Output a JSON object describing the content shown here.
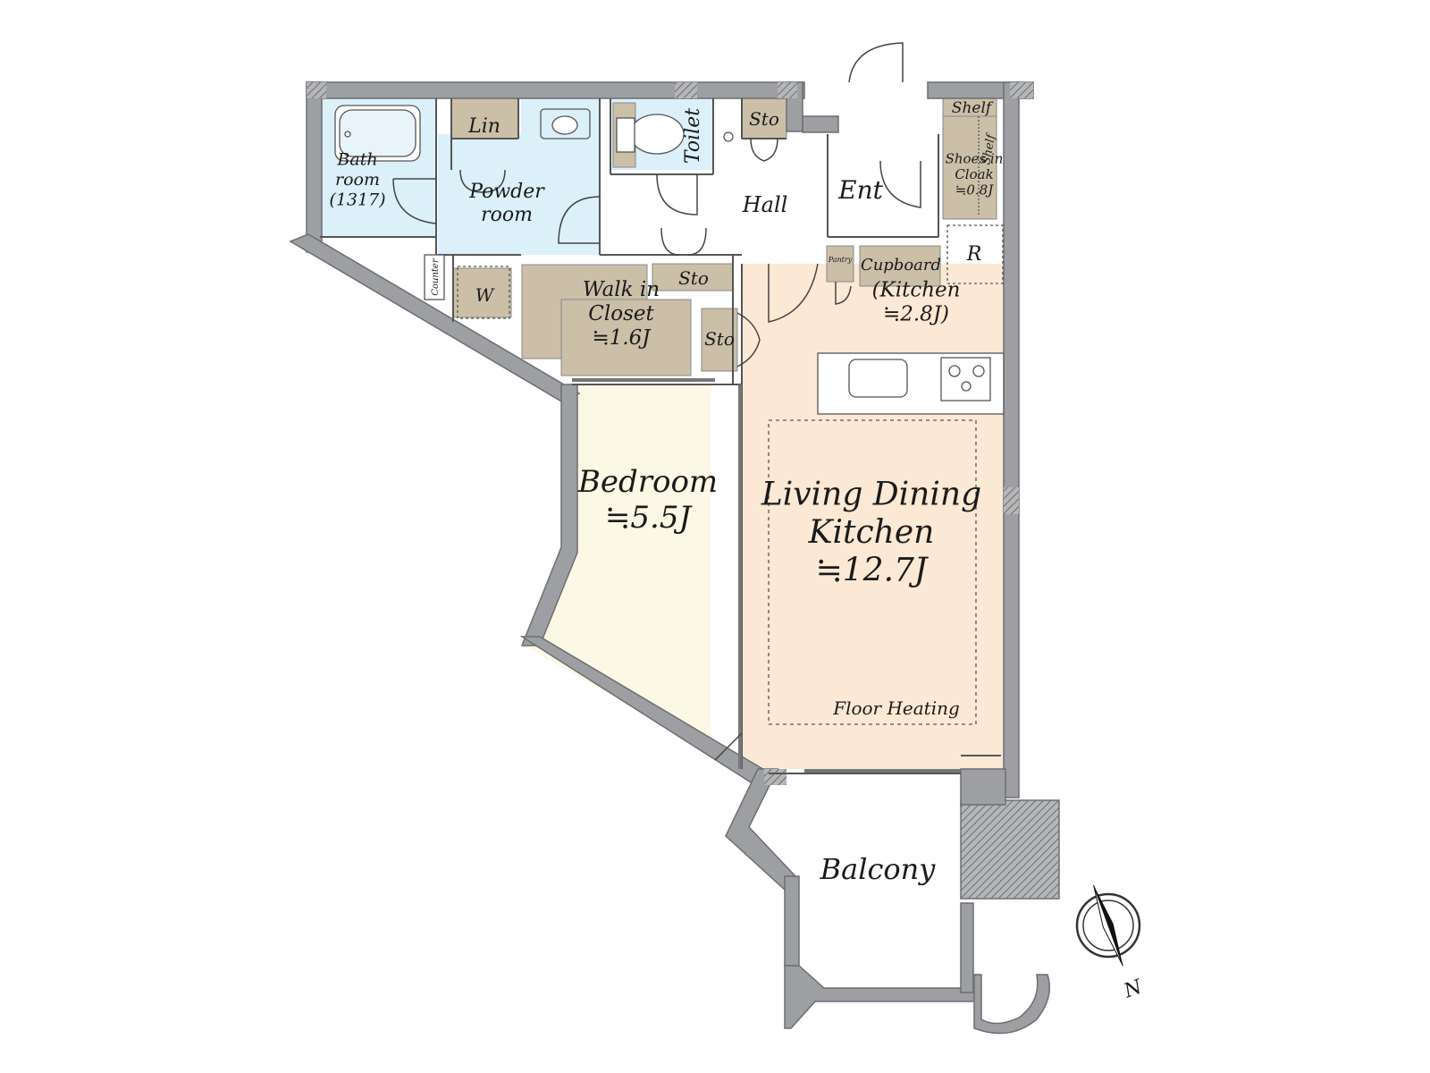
{
  "colors": {
    "wall": "#9e9fa2",
    "wall_outline": "#6d6e71",
    "wet_area": "#dcf0fa",
    "storage": "#cbbfa8",
    "bedroom": "#fbf8e6",
    "ldk": "#fbe9d5",
    "fixture_line": "#555555"
  },
  "rooms": {
    "bath": "Bath\nroom\n(1317)",
    "linen": "Lin",
    "powder_room": "Powder\nroom",
    "toilet": "Toilet",
    "storage_hall_top": "Sto",
    "hall": "Hall",
    "entrance": "Ent",
    "shelf_top": "Shelf",
    "shelf_side": "Shelf",
    "shoes_in_cloak": "Shoes in\nCloak\n≒0.8J",
    "counter": "Counter",
    "washer": "W",
    "storage_mid": "Sto",
    "walk_in_closet": "Walk in\nCloset\n≒1.6J",
    "storage_side": "Sto",
    "pantry": "Pantry",
    "cupboard": "Cupboard",
    "refrigerator": "R",
    "kitchen": "(Kitchen\n≒2.8J)",
    "bedroom": "Bedroom\n≒5.5J",
    "ldk": "Living Dining\nKitchen\n≒12.7J",
    "floor_heating": "Floor Heating",
    "balcony": "Balcony"
  },
  "compass": {
    "label": "N"
  }
}
